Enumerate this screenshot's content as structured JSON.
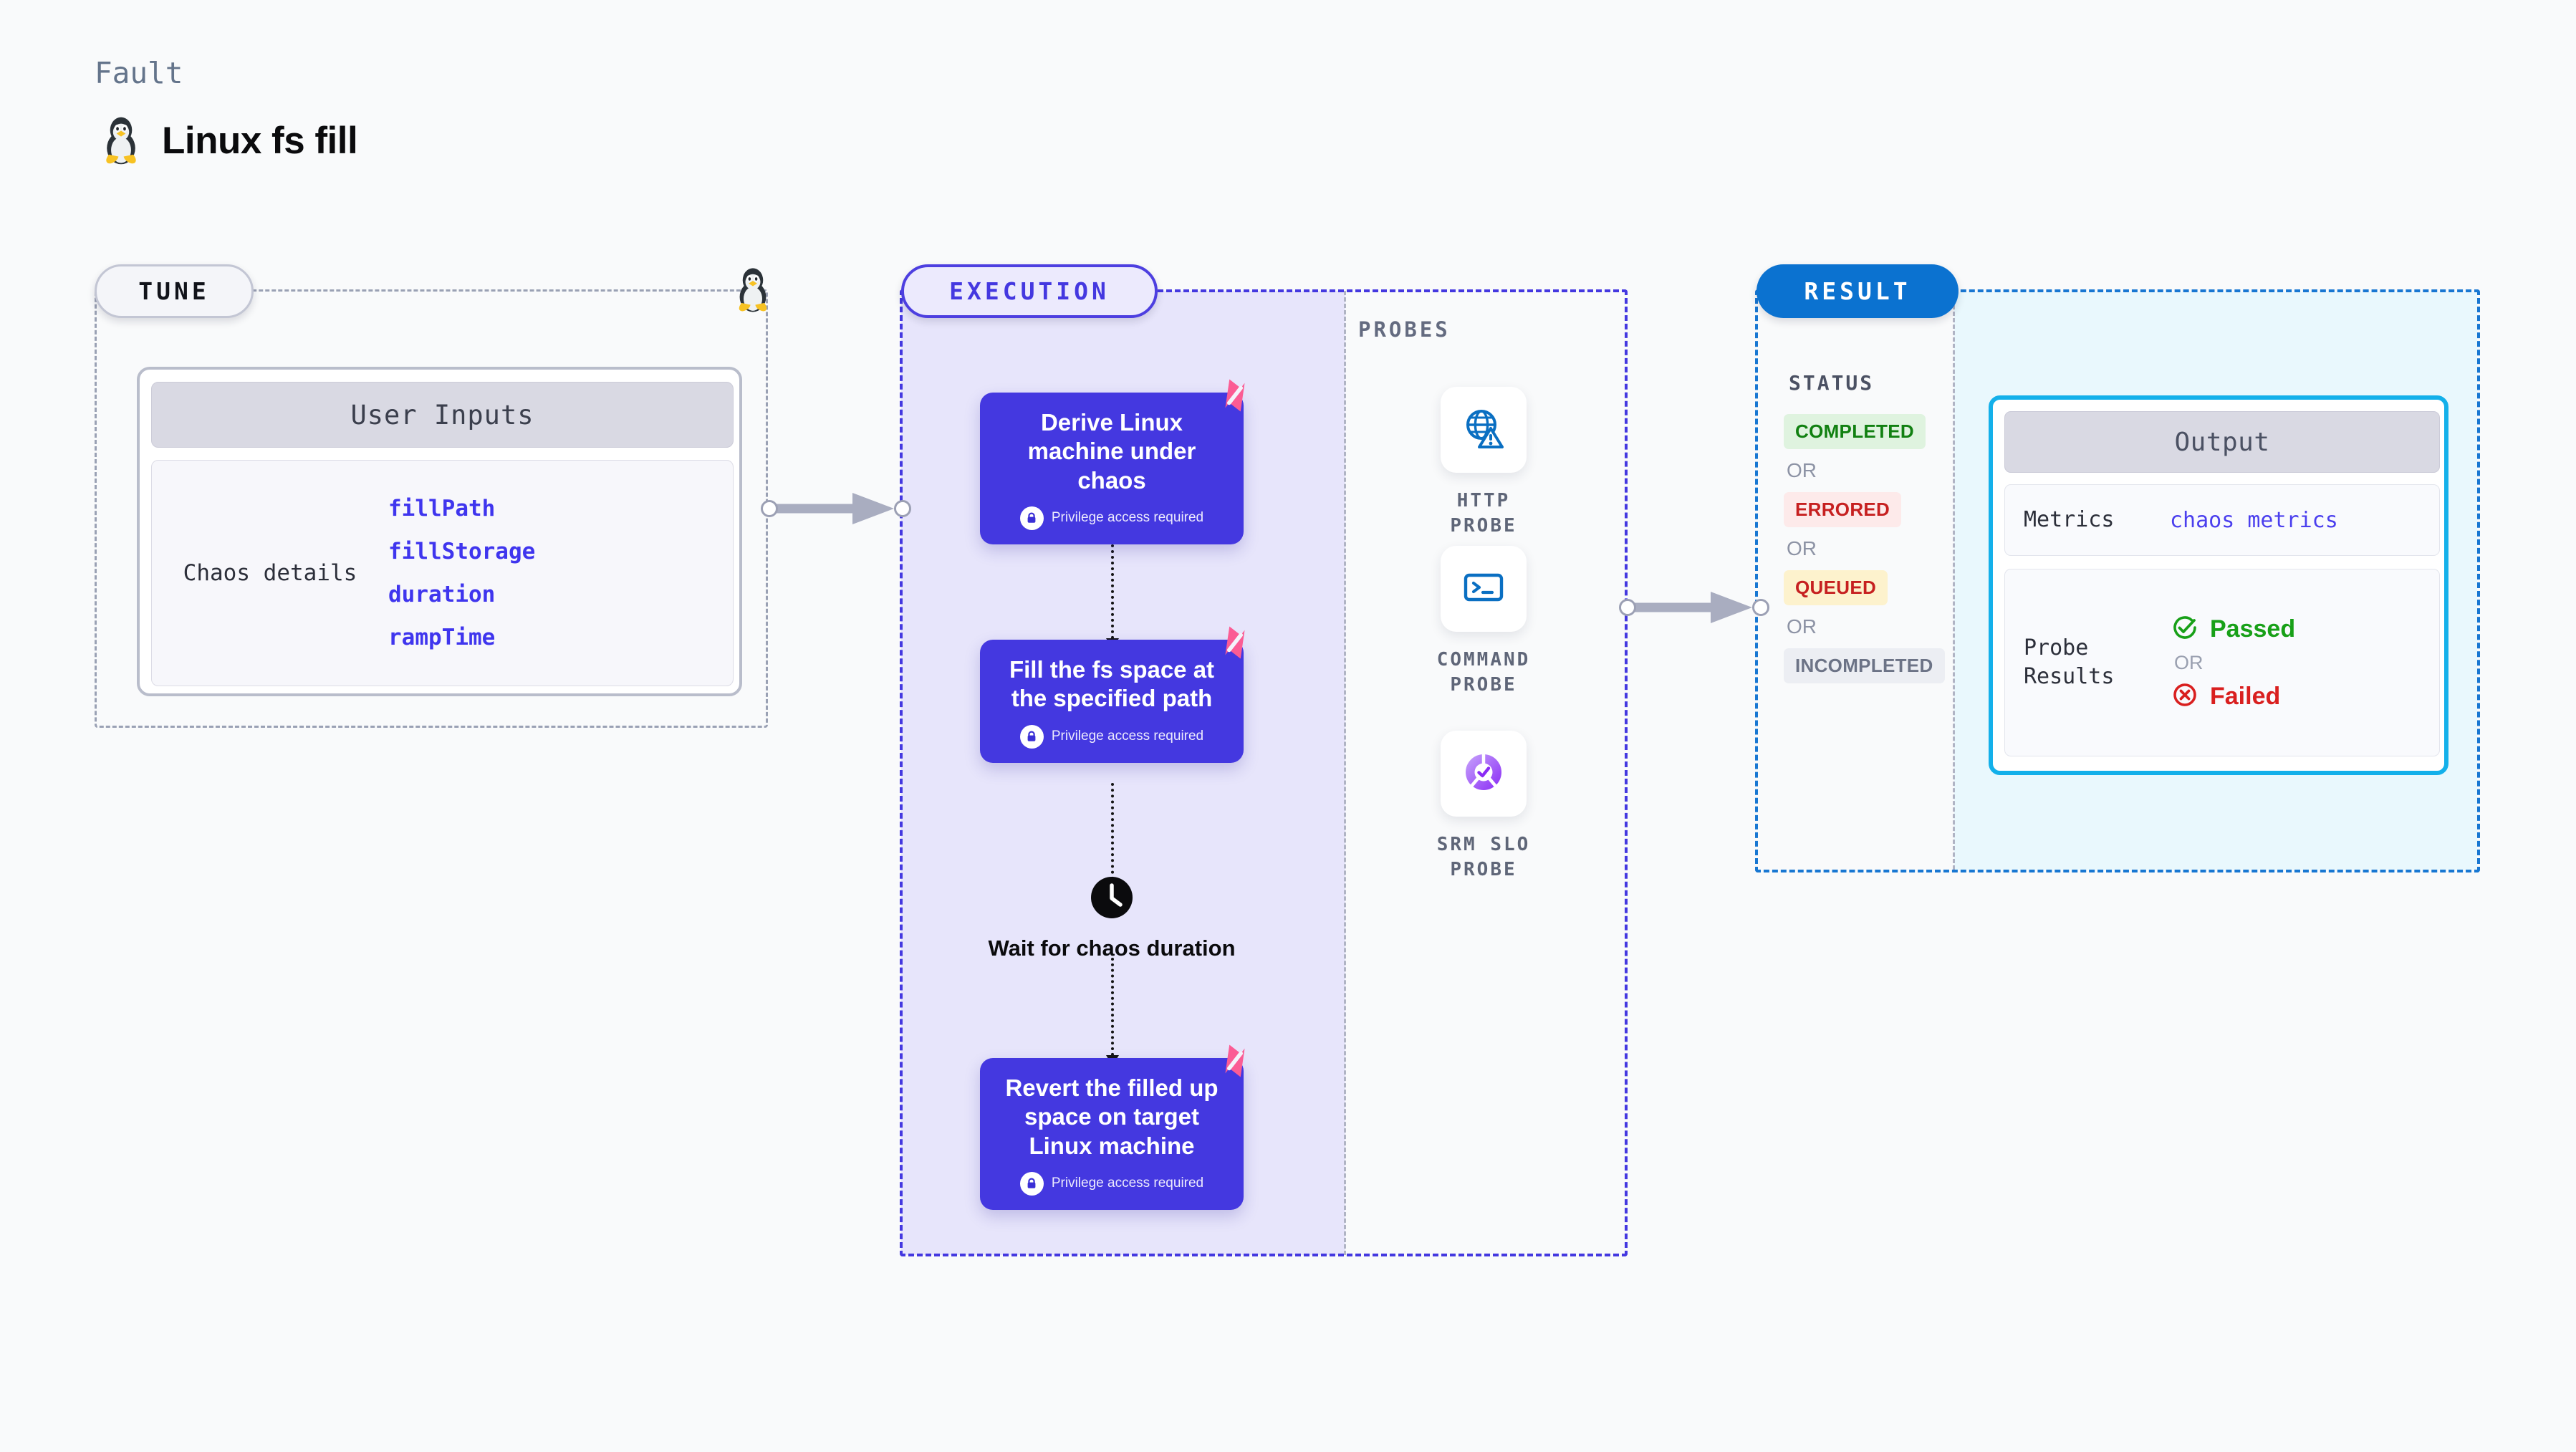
{
  "header": {
    "kicker": "Fault",
    "title": "Linux fs fill",
    "icon": "tux-penguin-icon"
  },
  "tune": {
    "pill_label": "TUNE",
    "icon": "tux-penguin-icon",
    "card": {
      "heading": "User Inputs",
      "row_label": "Chaos details",
      "params": [
        "fillPath",
        "fillStorage",
        "duration",
        "rampTime"
      ]
    }
  },
  "execution": {
    "pill_label": "EXECUTION",
    "privilege_note": "Privilege access required",
    "steps": [
      {
        "title": "Derive Linux machine under chaos",
        "privileged": true,
        "badge": "harness-logo-icon"
      },
      {
        "title": "Fill the fs space at the specified path",
        "privileged": true,
        "badge": "harness-logo-icon"
      },
      {
        "title": "Revert the filled up space on target Linux machine",
        "privileged": true,
        "badge": "harness-logo-icon"
      }
    ],
    "wait_node": {
      "icon": "clock-icon",
      "label": "Wait for chaos duration"
    }
  },
  "probes": {
    "section_label": "PROBES",
    "items": [
      {
        "label": "HTTP PROBE",
        "icon": "globe-warning-icon"
      },
      {
        "label": "COMMAND PROBE",
        "icon": "terminal-icon"
      },
      {
        "label": "SRM SLO PROBE",
        "icon": "slo-donut-check-icon"
      }
    ]
  },
  "result": {
    "pill_label": "RESULT",
    "status_label": "STATUS",
    "or_label": "OR",
    "statuses": [
      {
        "label": "COMPLETED",
        "style": "completed"
      },
      {
        "label": "ERRORED",
        "style": "errored"
      },
      {
        "label": "QUEUED",
        "style": "queued"
      },
      {
        "label": "INCOMPLETED",
        "style": "incomplete"
      }
    ],
    "output": {
      "heading": "Output",
      "metrics_key": "Metrics",
      "metrics_value": "chaos metrics",
      "probe_results_key": "Probe Results",
      "passed_label": "Passed",
      "failed_label": "Failed",
      "or_label": "OR"
    }
  },
  "colors": {
    "background": "#f9fafb",
    "execution_accent": "#4438e0",
    "execution_fill": "#e7e5fb",
    "result_accent": "#1877d2",
    "result_fill": "#e9f8fd",
    "output_border": "#13b0ea",
    "harness_pink": "#fb5c94",
    "tune_border": "#9aa1b4",
    "connector_gray": "#a9adc0"
  }
}
